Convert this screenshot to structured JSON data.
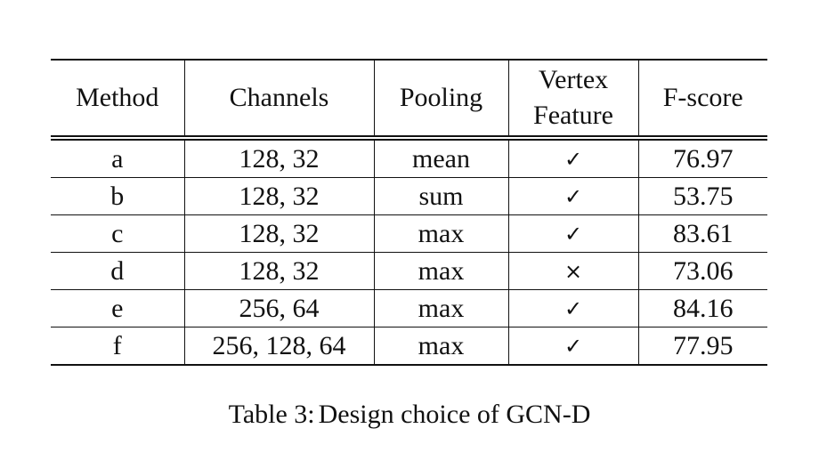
{
  "table": {
    "headers": [
      "Method",
      "Channels",
      "Pooling",
      "Vertex Feature",
      "F-score"
    ],
    "header_vertex_line1": "Vertex",
    "header_vertex_line2": "Feature",
    "rows": [
      {
        "method": "a",
        "channels": "128, 32",
        "pooling": "mean",
        "vertex_feature": "✓",
        "fscore": "76.97"
      },
      {
        "method": "b",
        "channels": "128, 32",
        "pooling": "sum",
        "vertex_feature": "✓",
        "fscore": "53.75"
      },
      {
        "method": "c",
        "channels": "128, 32",
        "pooling": "max",
        "vertex_feature": "✓",
        "fscore": "83.61"
      },
      {
        "method": "d",
        "channels": "128, 32",
        "pooling": "max",
        "vertex_feature": "×",
        "fscore": "73.06"
      },
      {
        "method": "e",
        "channels": "256, 64",
        "pooling": "max",
        "vertex_feature": "✓",
        "fscore": "84.16"
      },
      {
        "method": "f",
        "channels": "256, 128, 64",
        "pooling": "max",
        "vertex_feature": "✓",
        "fscore": "77.95"
      }
    ]
  },
  "caption": {
    "label": "Table 3:",
    "text": "Design choice of GCN-D"
  }
}
